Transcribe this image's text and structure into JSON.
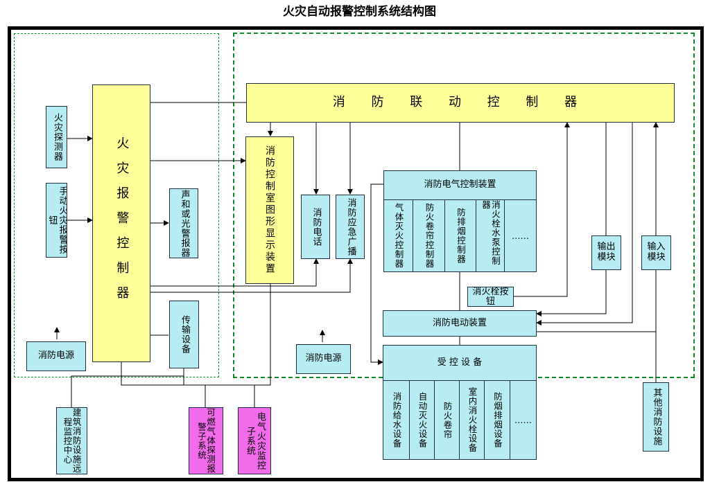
{
  "title": "火灾自动报警控制系统结构图",
  "nodes": {
    "fire_detector": "火灾探测器",
    "manual_button": "手动火灾报警按钮",
    "fire_alarm_controller": "火灾报警控制器",
    "sound_light_alarm": "声和或光警报器",
    "power_left": "消防电源",
    "transmission": "传输设备",
    "linkage_controller": "消 防 联 动 控 制 器",
    "graphic_display": "消防控制室图形显示装置",
    "fire_telephone": "消防电话",
    "emergency_broadcast": "消防应急广播",
    "electrical_control": "消防电气控制装置",
    "output_module": "输出模块",
    "input_module": "输入模块",
    "hydrant_button": "消火栓按钮",
    "electric_device": "消防电动装置",
    "power_mid": "消防电源",
    "controlled_equipment": "受 控 设 备",
    "remote_center": "建筑消防设施远程监控中心",
    "gas_detection": "可燃气体探测报警子系统",
    "electrical_fire": "电气火灾监控子系统",
    "other_facilities": "其他消防设施"
  },
  "control_items": [
    "气体灭火控制器",
    "防火卷帘控制器",
    "防排烟控制器",
    "消火栓水泵控制器",
    "……"
  ],
  "equipment_items": [
    "消防给水设备",
    "自动灭火设备",
    "防火卷帘",
    "室内消火栓设备",
    "防烟排烟设备",
    "……"
  ],
  "colors": {
    "cyan": "#b7ecf2",
    "yellow": "#ffff99",
    "pink": "#f26bea",
    "dashed_green": "#0a8a2a",
    "frame": "#000000"
  }
}
